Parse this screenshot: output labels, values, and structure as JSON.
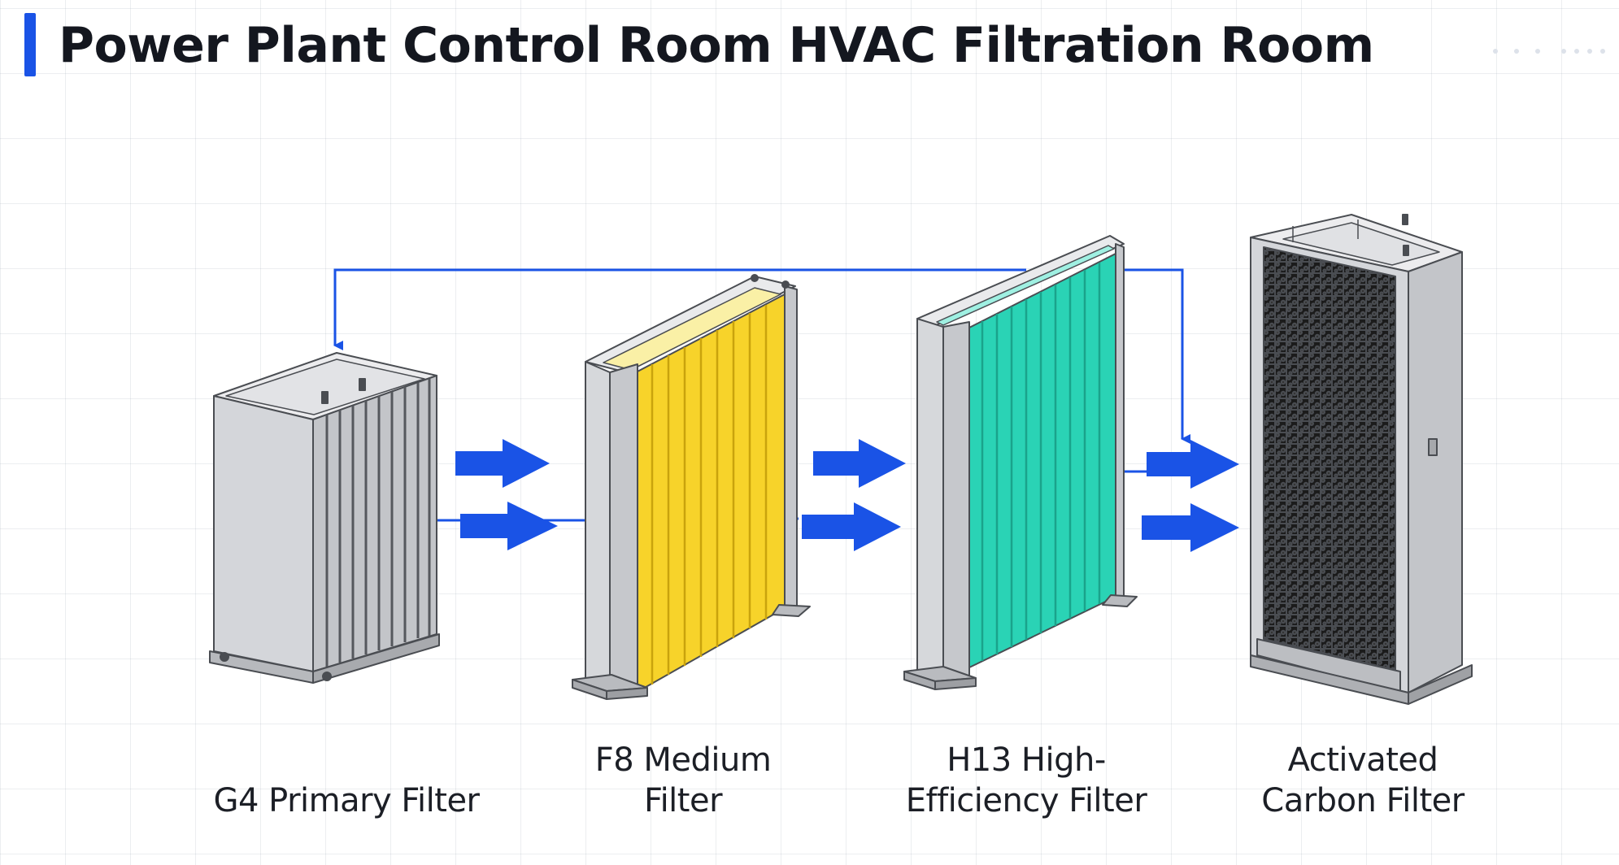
{
  "title": "Power Plant Control Room HVAC Filtration Room",
  "colors": {
    "accent": "#1a53e6",
    "f8_media": "#f7d32a",
    "h13_media": "#2ad3b5",
    "carbon_media": "#1b1b1b",
    "housing": "#d9dbde"
  },
  "filters": [
    {
      "id": "g4",
      "icon": "g4-primary-filter-icon",
      "label_lines": [
        "G4 Primary Filter"
      ]
    },
    {
      "id": "f8",
      "icon": "f8-medium-filter-icon",
      "label_lines": [
        "F8 Medium",
        "Filter"
      ]
    },
    {
      "id": "h13",
      "icon": "h13-high-efficiency-filter-icon",
      "label_lines": [
        "H13 High-",
        "Efficiency Filter"
      ]
    },
    {
      "id": "carbon",
      "icon": "activated-carbon-filter-icon",
      "label_lines": [
        "Activated",
        "Carbon Filter"
      ]
    }
  ],
  "flow": {
    "arrow_icon": "airflow-arrow-icon",
    "connector_icon": "flow-connector-line"
  }
}
